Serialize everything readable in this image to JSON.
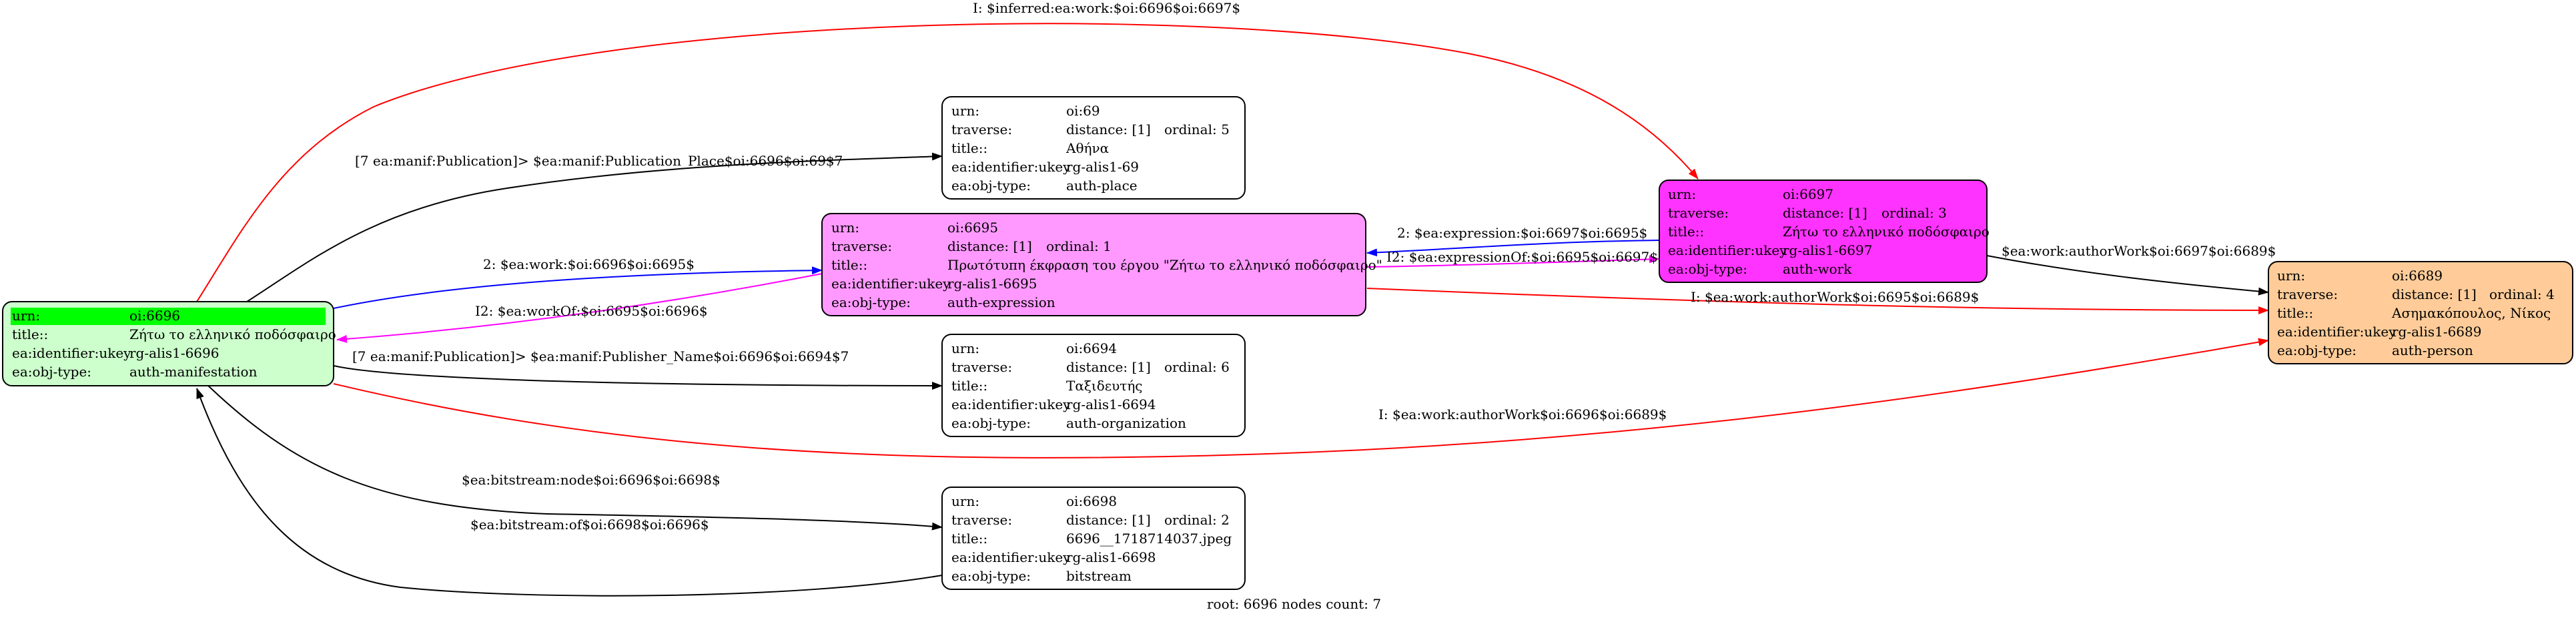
{
  "nodes": {
    "n6696": {
      "fill": "#ccffcc",
      "highlight": "#00ff00",
      "rows": [
        {
          "key": "urn:",
          "val": "oi:6696"
        },
        {
          "key": "title::",
          "val": "Ζήτω το ελληνικό ποδόσφαιρο"
        },
        {
          "key": "ea:identifier:ukey",
          "val": "rg-alis1-6696"
        },
        {
          "key": "ea:obj-type:",
          "val": "auth-manifestation"
        }
      ]
    },
    "n69": {
      "fill": "#ffffff",
      "rows": [
        {
          "key": "urn:",
          "val": "oi:69"
        },
        {
          "key": "traverse:",
          "val": "distance: [1]",
          "extra": "ordinal: 5"
        },
        {
          "key": "title::",
          "val": "Αθήνα"
        },
        {
          "key": "ea:identifier:ukey",
          "val": "rg-alis1-69"
        },
        {
          "key": "ea:obj-type:",
          "val": "auth-place"
        }
      ]
    },
    "n6695": {
      "fill": "#ff99ff",
      "rows": [
        {
          "key": "urn:",
          "val": "oi:6695"
        },
        {
          "key": "traverse:",
          "val": "distance: [1]",
          "extra": "ordinal: 1"
        },
        {
          "key": "title::",
          "val": "Πρωτότυπη έκφραση του έργου \"Ζήτω το ελληνικό ποδόσφαιρο\""
        },
        {
          "key": "ea:identifier:ukey",
          "val": "rg-alis1-6695"
        },
        {
          "key": "ea:obj-type:",
          "val": "auth-expression"
        }
      ]
    },
    "n6694": {
      "fill": "#ffffff",
      "rows": [
        {
          "key": "urn:",
          "val": "oi:6694"
        },
        {
          "key": "traverse:",
          "val": "distance: [1]",
          "extra": "ordinal: 6"
        },
        {
          "key": "title::",
          "val": "Ταξιδευτής"
        },
        {
          "key": "ea:identifier:ukey",
          "val": "rg-alis1-6694"
        },
        {
          "key": "ea:obj-type:",
          "val": "auth-organization"
        }
      ]
    },
    "n6698": {
      "fill": "#ffffff",
      "rows": [
        {
          "key": "urn:",
          "val": "oi:6698"
        },
        {
          "key": "traverse:",
          "val": "distance: [1]",
          "extra": "ordinal: 2"
        },
        {
          "key": "title::",
          "val": "6696__1718714037.jpeg"
        },
        {
          "key": "ea:identifier:ukey",
          "val": "rg-alis1-6698"
        },
        {
          "key": "ea:obj-type:",
          "val": "bitstream"
        }
      ]
    },
    "n6697": {
      "fill": "#ff33ff",
      "rows": [
        {
          "key": "urn:",
          "val": "oi:6697"
        },
        {
          "key": "traverse:",
          "val": "distance: [1]",
          "extra": "ordinal: 3"
        },
        {
          "key": "title::",
          "val": "Ζήτω το ελληνικό ποδόσφαιρο"
        },
        {
          "key": "ea:identifier:ukey",
          "val": "rg-alis1-6697"
        },
        {
          "key": "ea:obj-type:",
          "val": "auth-work"
        }
      ]
    },
    "n6689": {
      "fill": "#ffcc99",
      "rows": [
        {
          "key": "urn:",
          "val": "oi:6689"
        },
        {
          "key": "traverse:",
          "val": "distance: [1]",
          "extra": "ordinal: 4"
        },
        {
          "key": "title::",
          "val": "Ασημακόπουλος, Νίκος"
        },
        {
          "key": "ea:identifier:ukey",
          "val": "rg-alis1-6689"
        },
        {
          "key": "ea:obj-type:",
          "val": "auth-person"
        }
      ]
    }
  },
  "edges": {
    "inferred_work": "I: $inferred:ea:work:$oi:6696$oi:6697$",
    "pub_place": "[7 ea:manif:Publication]> $ea:manif:Publication_Place$oi:6696$oi:69$7",
    "work_6695": "2: $ea:work:$oi:6696$oi:6695$",
    "workof": "I2: $ea:workOf:$oi:6695$oi:6696$",
    "publisher": "[7 ea:manif:Publication]> $ea:manif:Publisher_Name$oi:6696$oi:6694$7",
    "bitstream_node": "$ea:bitstream:node$oi:6696$oi:6698$",
    "bitstream_of": "$ea:bitstream:of$oi:6698$oi:6696$",
    "expression": "2: $ea:expression:$oi:6697$oi:6695$",
    "expression_of": "I2: $ea:expressionOf:$oi:6695$oi:6697$",
    "author_6697": "$ea:work:authorWork$oi:6697$oi:6689$",
    "author_6695": "I: $ea:work:authorWork$oi:6695$oi:6689$",
    "author_6696": "I: $ea:work:authorWork$oi:6696$oi:6689$"
  },
  "colors": {
    "black": "#000000",
    "red": "#ff0000",
    "blue": "#0000ff",
    "magenta": "#ff00ff"
  },
  "footer": "root: 6696 nodes count: 7"
}
